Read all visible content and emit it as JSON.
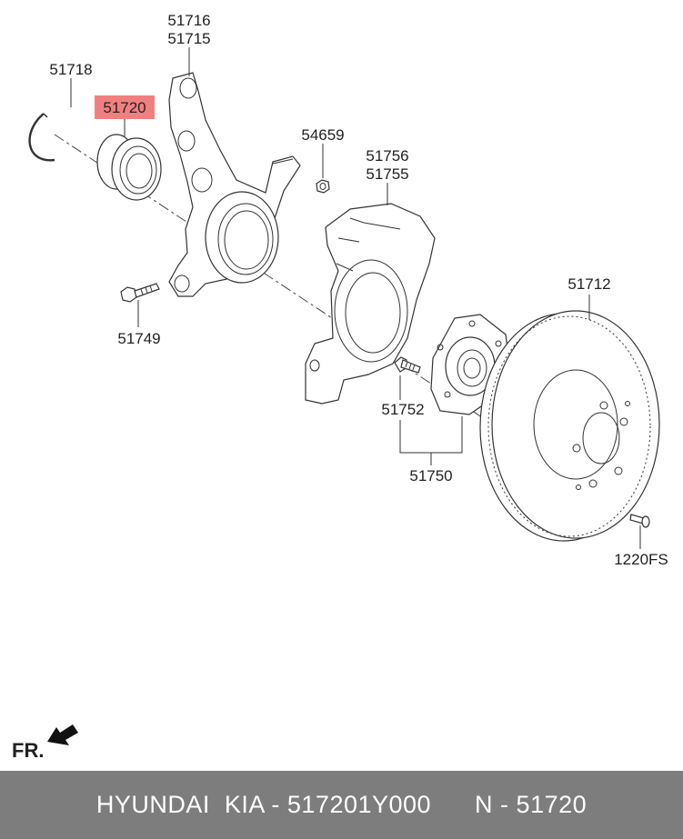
{
  "callouts": {
    "knuckle_a": "51716",
    "knuckle_b": "51715",
    "snap_ring": "51718",
    "bearing": "51720",
    "nut": "54659",
    "dust_cover_a": "51756",
    "dust_cover_b": "51755",
    "bolt": "51749",
    "disc": "51712",
    "hub_bolt": "51752",
    "hub_assy": "51750",
    "disc_screw": "1220FS"
  },
  "highlight_color": "#f08080",
  "direction": {
    "label": "FR.",
    "icon": "arrow-icon"
  },
  "footer": {
    "text": "HYUNDAI  KIA - 517201Y000      N - 51720"
  }
}
